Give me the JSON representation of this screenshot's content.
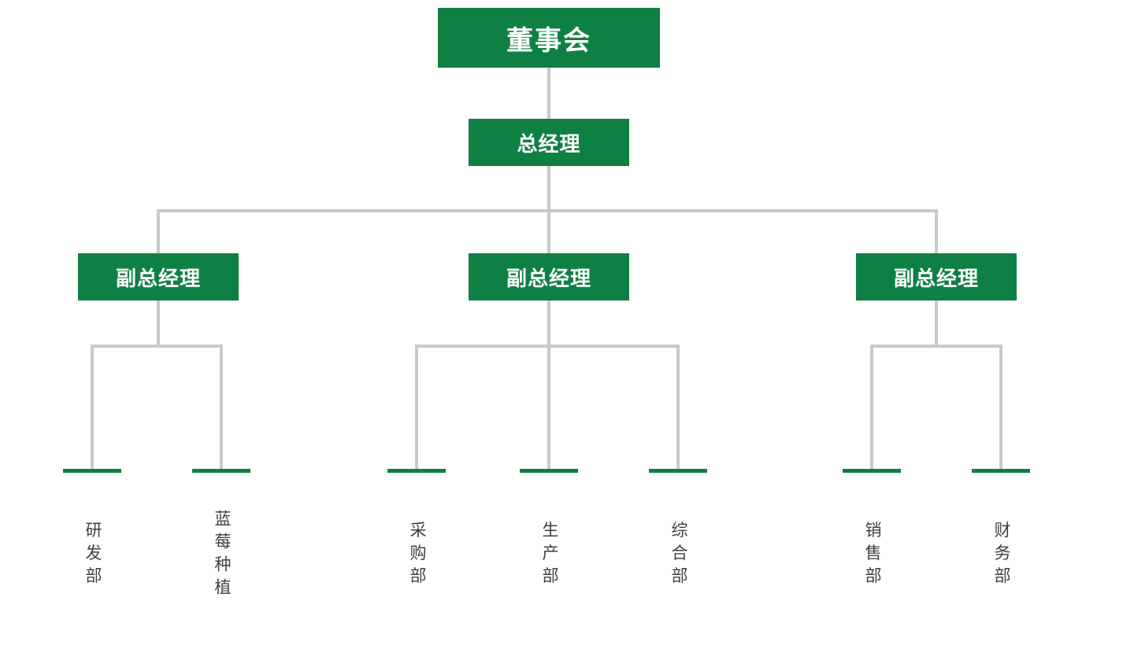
{
  "chart": {
    "type": "org-chart",
    "root": {
      "label": "董事会"
    },
    "general_manager": {
      "label": "总经理"
    },
    "deputies": [
      {
        "label": "副总经理",
        "departments": [
          "研发部",
          "蓝莓种植"
        ]
      },
      {
        "label": "副总经理",
        "departments": [
          "采购部",
          "生产部",
          "综合部"
        ]
      },
      {
        "label": "副总经理",
        "departments": [
          "销售部",
          "财务部"
        ]
      }
    ],
    "colors": {
      "node_green": "#0e8043",
      "connector_gray": "#c9c9c9",
      "leaf_text_gray": "#3f3f3f",
      "node_text": "#ffffff",
      "background": "#ffffff"
    }
  }
}
